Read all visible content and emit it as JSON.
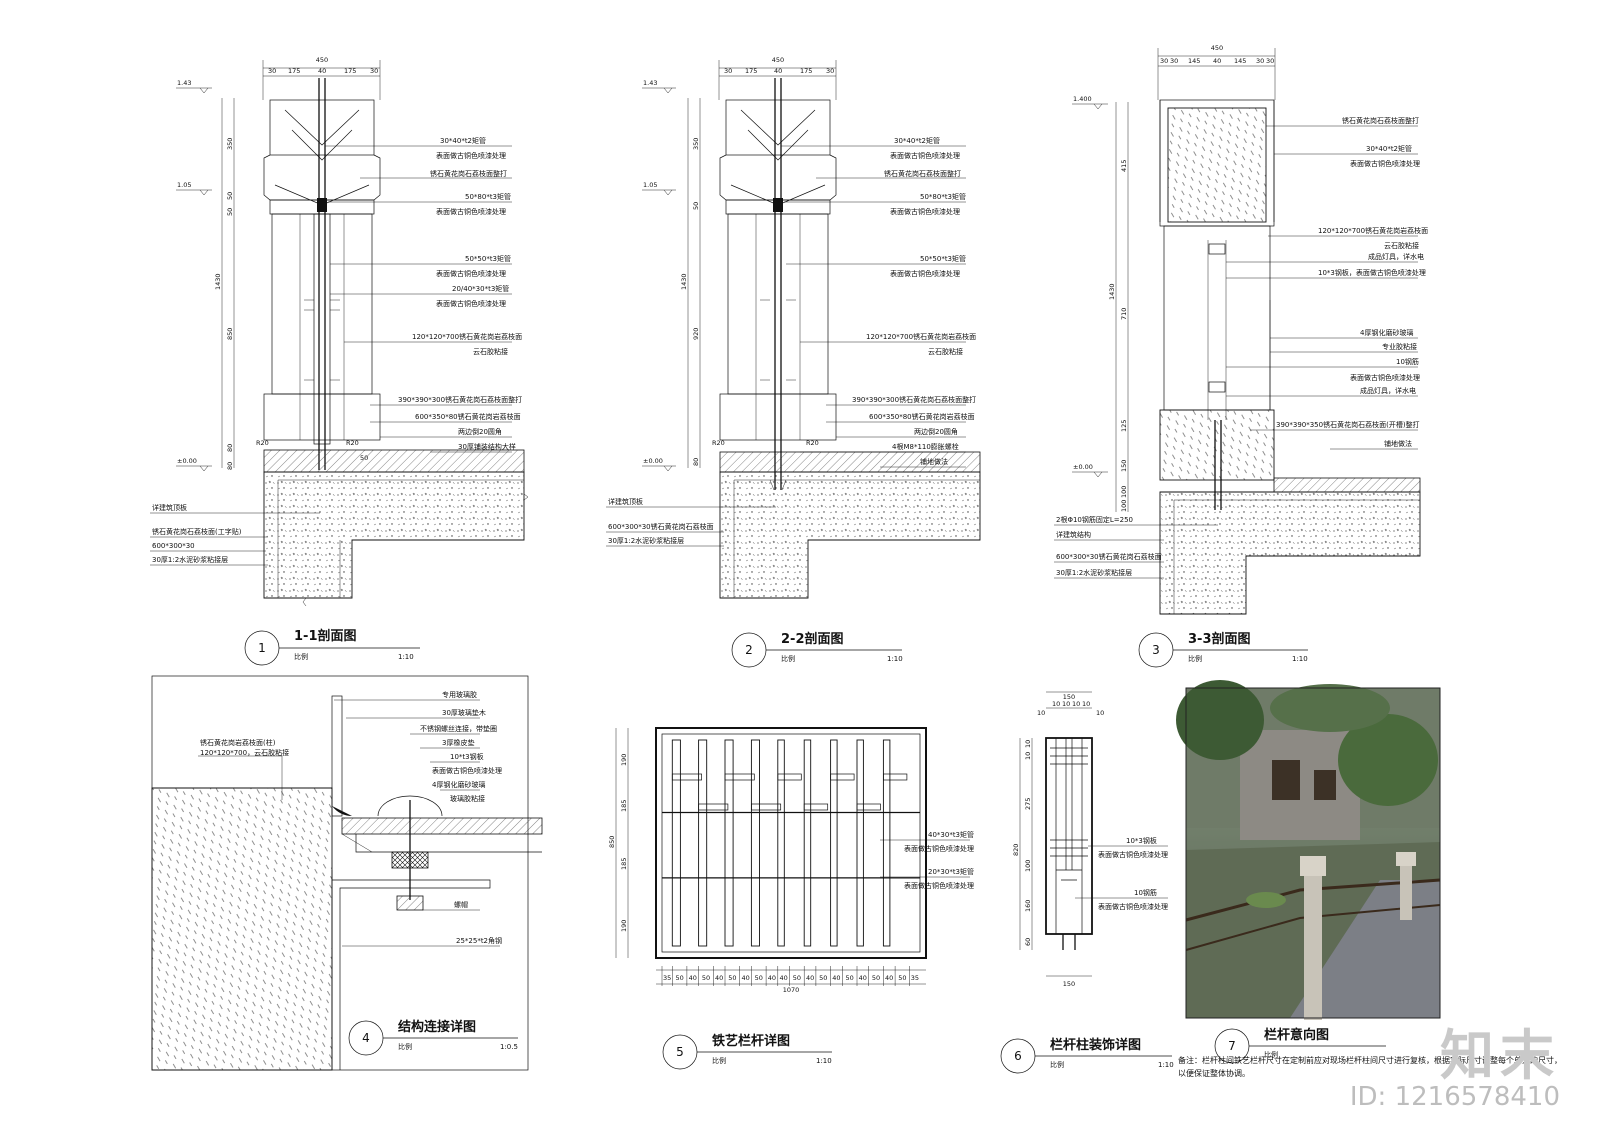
{
  "drawings": [
    {
      "number": "1",
      "title": "1-1剖面图",
      "scale_label": "比例",
      "scale": "1:10"
    },
    {
      "number": "2",
      "title": "2-2剖面图",
      "scale_label": "比例",
      "scale": "1:10"
    },
    {
      "number": "3",
      "title": "3-3剖面图",
      "scale_label": "比例",
      "scale": "1:10"
    },
    {
      "number": "4",
      "title": "结构连接详图",
      "scale_label": "比例",
      "scale": "1:0.5"
    },
    {
      "number": "5",
      "title": "铁艺栏杆详图",
      "scale_label": "比例",
      "scale": "1:10"
    },
    {
      "number": "6",
      "title": "栏杆柱装饰详图",
      "scale_label": "比例",
      "scale": "1:10"
    },
    {
      "number": "7",
      "title": "栏杆意向图",
      "scale_label": "比例",
      "scale": ""
    }
  ],
  "section1": {
    "top_dims": [
      "30",
      "175",
      "40",
      "175",
      "30"
    ],
    "total": "450",
    "levels": [
      "1.43",
      "1.05",
      "±0.00"
    ],
    "vert_dims": [
      "350",
      "50",
      "50",
      "1430",
      "850",
      "80",
      "80"
    ],
    "right_labels": [
      "30*40*t2矩管",
      "表面做古铜色喷漆处理",
      "锈石黄花岗石荔枝面整打",
      "50*80*t3矩管",
      "表面做古铜色喷漆处理",
      "50*50*t3矩管",
      "表面做古铜色喷漆处理",
      "20/40*30*t3矩管",
      "表面做古铜色喷漆处理",
      "120*120*700锈石黄花岗岩荔枝面",
      "云石胶粘接",
      "390*390*300锈石黄花岗石荔枝面整打",
      "600*350*80锈石黄花岗岩荔枝面",
      "两边倒20圆角",
      "30厚铺装结构大样"
    ],
    "left_labels": [
      "详建筑顶板",
      "锈石黄花岗石荔枝面(工字贴)",
      "600*300*30",
      "30厚1:2水泥砂浆粘接层"
    ],
    "small": [
      "R20",
      "R20",
      "50"
    ]
  },
  "section2": {
    "top_dims": [
      "30",
      "175",
      "40",
      "175",
      "30"
    ],
    "total": "450",
    "levels": [
      "1.43",
      "1.05",
      "±0.00"
    ],
    "vert_dims": [
      "350",
      "50",
      "1430",
      "920",
      "80"
    ],
    "right_labels": [
      "30*40*t2矩管",
      "表面做古铜色喷漆处理",
      "锈石黄花岗石荔枝面整打",
      "50*80*t3矩管",
      "表面做古铜色喷漆处理",
      "50*50*t3矩管",
      "表面做古铜色喷漆处理",
      "120*120*700锈石黄花岗岩荔枝面",
      "云石胶粘接",
      "390*390*300锈石黄花岗石荔枝面整打",
      "600*350*80锈石黄花岗岩荔枝面",
      "两边倒20圆角",
      "4根M8*110膨胀螺栓",
      "铺地做法"
    ],
    "left_labels": [
      "详建筑顶板",
      "600*300*30锈石黄花岗石荔枝面",
      "30厚1:2水泥砂浆粘接层"
    ],
    "small": [
      "R20",
      "R20"
    ]
  },
  "section3": {
    "top_dims": [
      "30",
      "30",
      "145",
      "40",
      "145",
      "30",
      "30"
    ],
    "total": "450",
    "levels": [
      "1.400",
      "±0.00"
    ],
    "vert_dims": [
      "415",
      "1430",
      "710",
      "125",
      "150",
      "100",
      "100"
    ],
    "right_labels": [
      "锈石黄花岗石荔枝面整打",
      "30*40*t2矩管",
      "表面做古铜色喷漆处理",
      "120*120*700锈石黄花岗岩荔枝面",
      "云石胶粘接",
      "成品灯具，详水电",
      "10*3钢板，表面做古铜色喷漆处理",
      "4厚钢化磨砂玻璃",
      "专业胶粘接",
      "10钢筋",
      "表面做古铜色喷漆处理",
      "成品灯具，详水电",
      "390*390*350锈石黄花岗石荔枝面(开槽)整打",
      "铺地做法"
    ],
    "left_labels": [
      "2根Φ10钢筋固定L=250",
      "详建筑结构",
      "600*300*30锈石黄花岗石荔枝面",
      "30厚1:2水泥砂浆粘接层"
    ]
  },
  "detail4": {
    "labels": [
      "专用玻璃胶",
      "30厚玻璃垫木",
      "不锈钢螺丝连接，带垫圈",
      "3厚橡皮垫",
      "10*t3钢板",
      "表面做古铜色喷漆处理",
      "4厚钢化磨砂玻璃",
      "玻璃胶粘接",
      "螺帽",
      "25*25*t2角钢"
    ],
    "left_labels": [
      "锈石黄花岗岩荔枝面(柱)",
      "120*120*700，云石胶粘接"
    ]
  },
  "detail5": {
    "left_dims": [
      "190",
      "185",
      "850",
      "185",
      "190"
    ],
    "bottom_dims": [
      "35",
      "50",
      "40",
      "50",
      "40",
      "50",
      "40",
      "50",
      "40",
      "40",
      "50",
      "40",
      "50",
      "40",
      "50",
      "40",
      "50",
      "40",
      "50",
      "35"
    ],
    "total": "1070",
    "labels": [
      "40*30*t3矩管",
      "表面做古铜色喷漆处理",
      "20*30*t3矩管",
      "表面做古铜色喷漆处理"
    ]
  },
  "detail6": {
    "top_dims": [
      "10",
      "10",
      "10",
      "10",
      "10",
      "10"
    ],
    "top_total": "150",
    "left_dims": [
      "10",
      "10",
      "275",
      "820",
      "100",
      "160",
      "60"
    ],
    "bottom_total": "150",
    "labels": [
      "10*3钢板",
      "表面做古铜色喷漆处理",
      "10钢筋",
      "表面做古铜色喷漆处理"
    ]
  },
  "note": "备注：栏杆柱间铁艺栏杆尺寸在定制前应对现场栏杆柱间尺寸进行复核，根据实际尺寸调整每个单元的尺寸，以便保证整体协调。",
  "watermark": {
    "logo": "知末",
    "id": "ID: 1216578410"
  }
}
